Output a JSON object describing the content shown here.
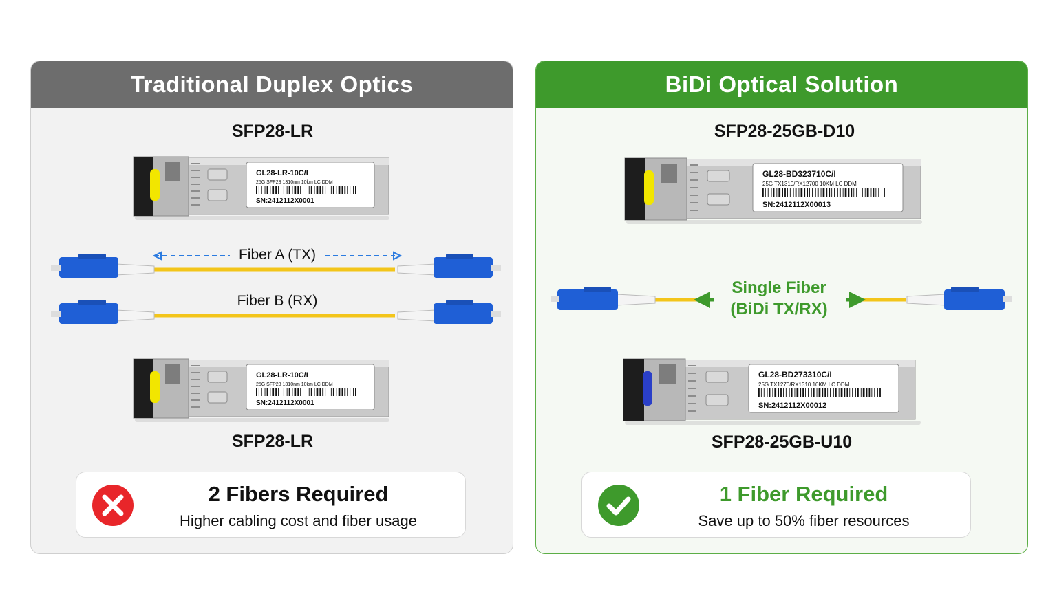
{
  "left_panel": {
    "header": "Traditional Duplex Optics",
    "top_model": "SFP28-LR",
    "bottom_model": "SFP28-LR",
    "top_module": {
      "label_line1": "GL28-LR-10C/I",
      "label_line2": "25G SFP28 1310nm 10km LC DDM",
      "serial": "SN:2412112X0001",
      "latch_color": "#f2e600"
    },
    "bottom_module": {
      "label_line1": "GL28-LR-10C/I",
      "label_line2": "25G SFP28 1310nm 10km LC DDM",
      "serial": "SN:2412112X0001",
      "latch_color": "#f2e600"
    },
    "fiber_a_label": "Fiber A (TX)",
    "fiber_b_label": "Fiber B (RX)",
    "summary_title": "2 Fibers Required",
    "summary_subtitle": "Higher cabling cost and fiber usage",
    "status_icon": "cross-icon"
  },
  "right_panel": {
    "header": "BiDi Optical Solution",
    "top_model": "SFP28-25GB-D10",
    "bottom_model": "SFP28-25GB-U10",
    "top_module": {
      "label_line1": "GL28-BD323710C/I",
      "label_line2": "25G TX1310/RX12700 10KM LC DDM",
      "serial": "SN:2412112X00013",
      "latch_color": "#f2e600"
    },
    "bottom_module": {
      "label_line1": "GL28-BD273310C/I",
      "label_line2": "25G TX1270/RX1310 10KM LC DDM",
      "serial": "SN:2412112X00012",
      "latch_color": "#2a3fc8"
    },
    "fiber_label_line1": "Single Fiber",
    "fiber_label_line2": "(BiDi TX/RX)",
    "summary_title": "1 Fiber Required",
    "summary_subtitle": "Save up to 50% fiber resources",
    "status_icon": "check-icon"
  },
  "colors": {
    "left_header": "#6d6d6d",
    "right_header": "#3e9a2c",
    "fiber_yellow": "#f3c51a",
    "connector_blue": "#1f5fd6",
    "error_red": "#e8262a",
    "success_green": "#3e9a2c",
    "arrow_blue": "#2b7be0"
  }
}
